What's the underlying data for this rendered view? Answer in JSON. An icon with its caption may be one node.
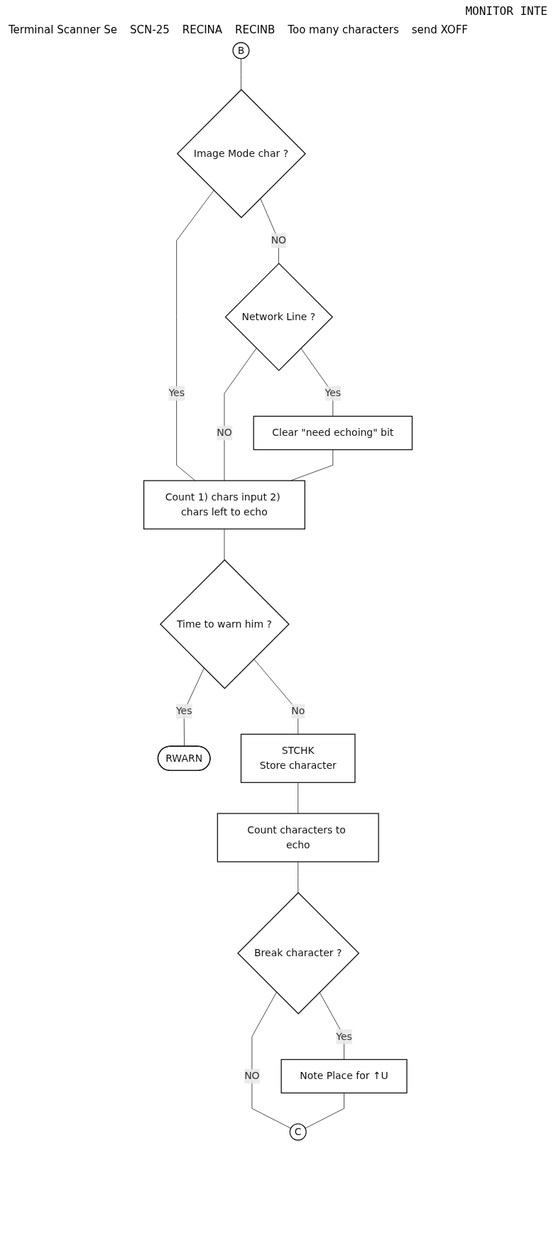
{
  "diagram": {
    "title": "MONITOR INTE",
    "nodes": [
      {
        "text": [
          "B"
        ]
      },
      {
        "text": [
          "Image Mode char ?"
        ]
      },
      {
        "text": [
          "Network Line ?"
        ]
      },
      {
        "text": [
          "Clear \"need echoing\" bit"
        ]
      },
      {
        "text": [
          "Count 1) chars input 2) chars left to echo"
        ]
      },
      {
        "text": [
          "Time to warn him ?"
        ]
      },
      {
        "text": [
          "RWARN"
        ],
        "beside": [
          "Too many characters",
          "send XOFF"
        ]
      },
      {
        "text": [
          "STCHK",
          "Store character"
        ]
      },
      {
        "text": [
          "Count characters to echo"
        ]
      },
      {
        "text": [
          "Break character ?"
        ]
      },
      {
        "text": [
          "Note Place for ↑U"
        ]
      },
      {
        "text": [
          "C"
        ]
      }
    ],
    "edges": [
      {
        "from": 0,
        "to": 1,
        "arrow": "none"
      },
      {
        "from": 1,
        "to": 4,
        "arrow": "none",
        "label": "Yes"
      },
      {
        "from": 1,
        "to": 2,
        "arrow": "none",
        "label": "NO"
      },
      {
        "from": 2,
        "to": 3,
        "arrow": "none",
        "label": "Yes"
      },
      {
        "from": 2,
        "to": 4,
        "arrow": "none",
        "label": "NO"
      },
      {
        "from": 3,
        "to": 4,
        "arrow": "none"
      },
      {
        "from": 4,
        "to": 5,
        "arrow": "none"
      },
      {
        "from": 5,
        "to": 6,
        "arrow": "none",
        "label": "Yes"
      },
      {
        "from": 5,
        "to": 7,
        "arrow": "none",
        "label": "No"
      },
      {
        "from": 7,
        "to": 8,
        "arrow": "none"
      },
      {
        "from": 8,
        "to": 9,
        "arrow": "none"
      },
      {
        "from": 9,
        "to": 10,
        "arrow": "none",
        "label": "Yes"
      },
      {
        "from": 9,
        "to": 11,
        "arrow": "none",
        "label": "NO"
      },
      {
        "from": 10,
        "to": 11,
        "arrow": "none"
      }
    ],
    "labels": [
      "Terminal Scanner Se",
      "SCN-25",
      "RECINA",
      "RECINB"
    ]
  }
}
